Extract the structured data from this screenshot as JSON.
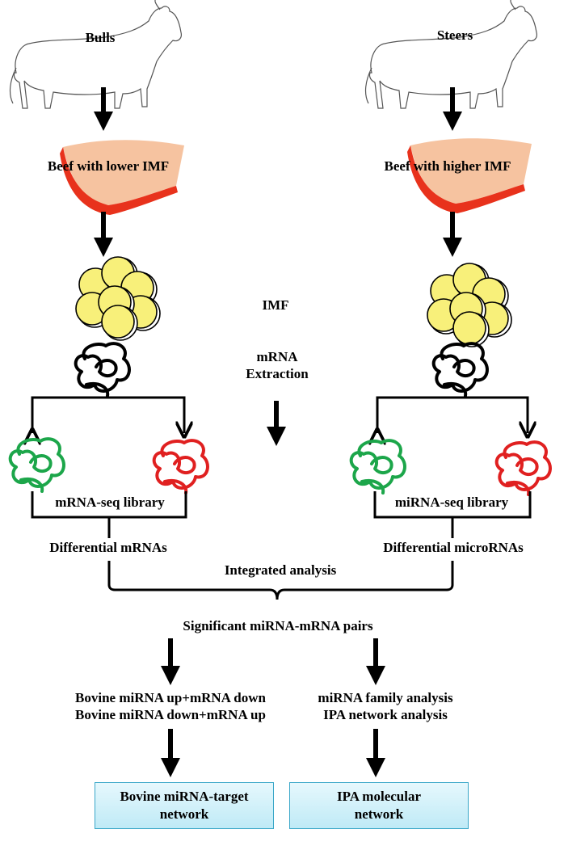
{
  "groups": {
    "left_animal": "Bulls",
    "right_animal": "Steers"
  },
  "beef": {
    "left": "Beef with lower IMF",
    "right": "Beef with higher IMF"
  },
  "center": {
    "tissue": "IMF",
    "extraction_line1": "mRNA",
    "extraction_line2": "Extraction"
  },
  "libraries": {
    "left": "mRNA-seq library",
    "right": "miRNA-seq library"
  },
  "differential": {
    "left": "Differential mRNAs",
    "right": "Differential microRNAs"
  },
  "integration": {
    "analysis": "Integrated analysis",
    "pairs": "Significant miRNA-mRNA pairs"
  },
  "analyses": {
    "left_line1": "Bovine miRNA up+mRNA down",
    "left_line2": "Bovine miRNA down+mRNA up",
    "right_line1": "miRNA family analysis",
    "right_line2": "IPA network analysis"
  },
  "outputs": {
    "left_line1": "Bovine miRNA-target",
    "left_line2": "network",
    "right_line1": "IPA molecular",
    "right_line2": "network"
  },
  "colors": {
    "meat_fat": "#f6c3a0",
    "meat_lean": "#e8321c",
    "fat_cell": "#f8f07a",
    "mrna_strand": "#1ca64a",
    "mirna_strand": "#e02020",
    "box_fill": "#c7ecf7",
    "box_border": "#3aa7c8"
  }
}
